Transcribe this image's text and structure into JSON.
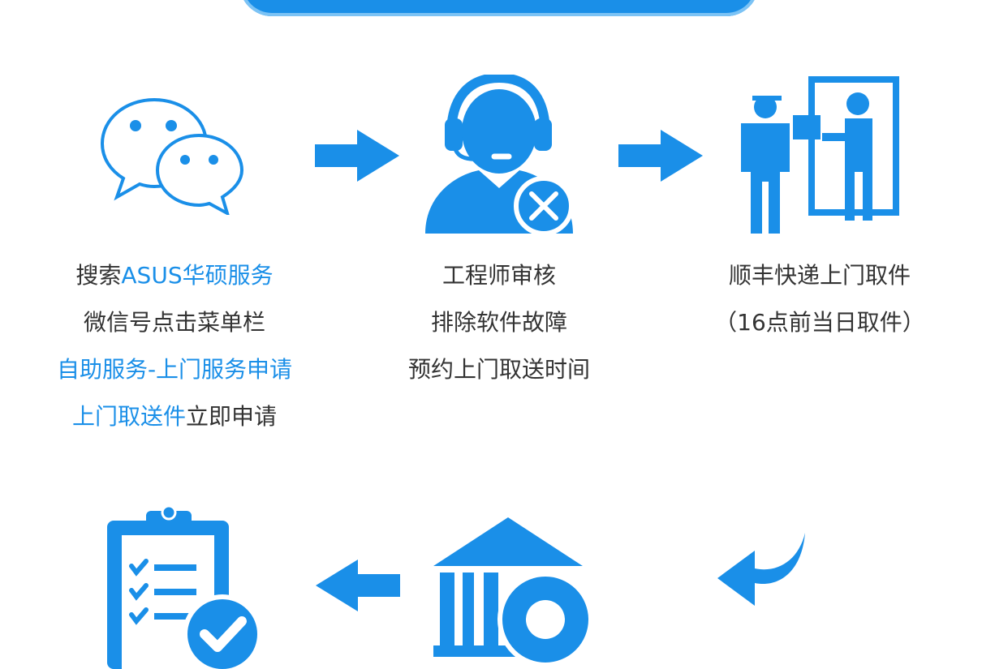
{
  "colors": {
    "accent": "#1a8fe8",
    "text": "#333333",
    "background": "#ffffff"
  },
  "icons": {
    "step1": "wechat-icon",
    "step2": "customer-service-engineer-icon",
    "step3": "courier-pickup-icon",
    "step4": "clipboard-checklist-icon",
    "step5": "service-center-gear-icon"
  },
  "step1": {
    "line1_dark": "搜索",
    "line1_blue": "ASUS华硕服务",
    "line2": "微信号点击菜单栏",
    "line3": "自助服务-上门服务申请",
    "line4_blue": "上门取送件",
    "line4_dark": "立即申请"
  },
  "step2": {
    "line1": "工程师审核",
    "line2": "排除软件故障",
    "line3": "预约上门取送时间"
  },
  "step3": {
    "line1": "顺丰快递上门取件",
    "line2": "（16点前当日取件）"
  }
}
